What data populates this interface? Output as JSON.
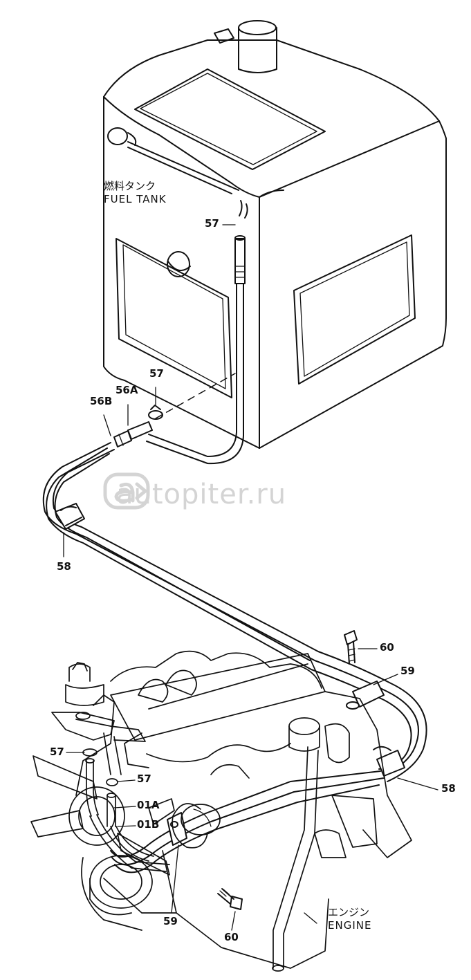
{
  "labels": {
    "tank_jp": "燃料タンク",
    "tank_en": "FUEL TANK",
    "engine_jp": "エンジン",
    "engine_en": "ENGINE"
  },
  "parts": {
    "p57_top": "57",
    "p57_mid": "57",
    "p56b": "56B",
    "p56a": "56A",
    "p58_left": "58",
    "p60_top": "60",
    "p59_right": "59",
    "p57_left": "57",
    "p57_low": "57",
    "p58_right": "58",
    "p01a": "01A",
    "p01b": "01B",
    "p59_bottom": "59",
    "p60_bottom": "60"
  },
  "watermark": {
    "text": "autopiter.ru",
    "color": "#d4d4d4"
  }
}
